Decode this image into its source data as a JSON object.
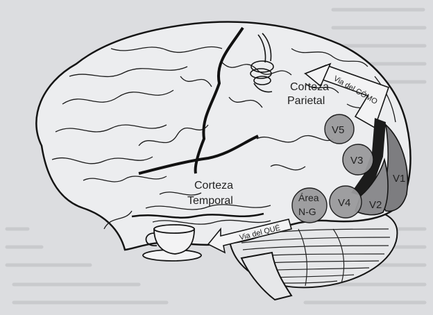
{
  "labels": {
    "parietal": [
      "Corteza",
      "Parietal"
    ],
    "temporal": [
      "Corteza",
      "Temporal"
    ],
    "area_ng": [
      "Área",
      "N-G"
    ],
    "v1": "V1",
    "v2": "V2",
    "v3": "V3",
    "v4": "V4",
    "v5": "V5",
    "via_como": "Via del CÓMO",
    "via_que": "Via del QUÉ"
  },
  "colors": {
    "background": "#dcdde0",
    "paper": "#ecedef",
    "outline": "#151515",
    "circle_fill": "#9a9a9c",
    "v1_fill": "#7d7d80",
    "v2_fill": "#7d7d80",
    "dark_band": "#1c1c1c"
  }
}
